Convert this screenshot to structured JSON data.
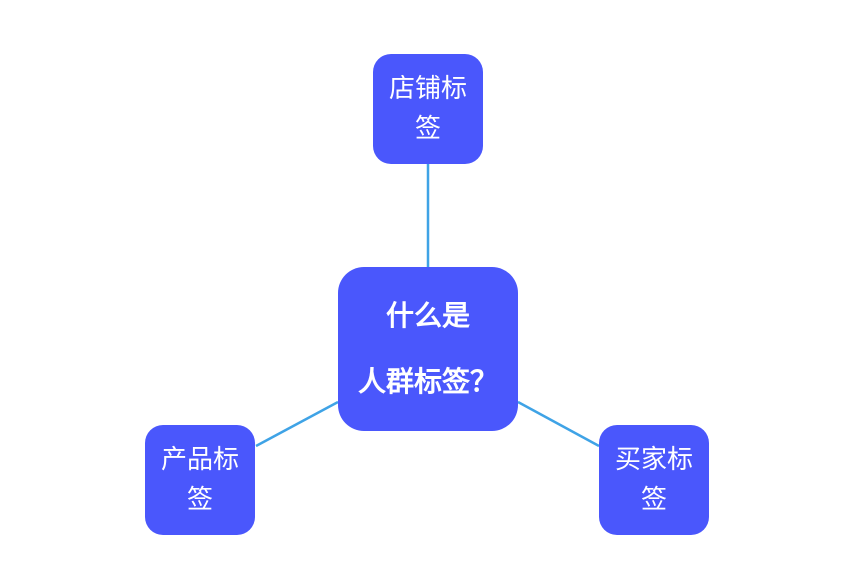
{
  "diagram": {
    "center": {
      "line1": "什么是",
      "line2": "人群标签？"
    },
    "top_node": {
      "label": "店铺标签"
    },
    "left_node": {
      "label": "产品标签"
    },
    "right_node": {
      "label": "买家标签"
    }
  },
  "colors": {
    "node_fill": "#4a57fc",
    "connector": "#3fa3e6",
    "text": "#ffffff"
  }
}
